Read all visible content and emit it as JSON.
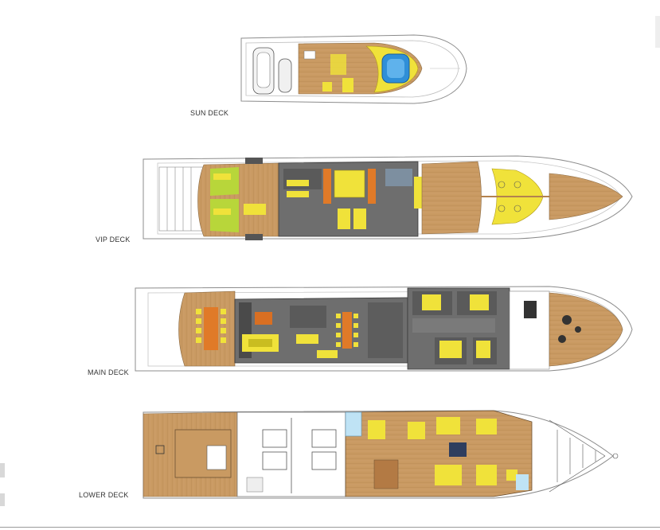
{
  "decks": [
    {
      "id": "sun",
      "label": "SUN DECK"
    },
    {
      "id": "vip",
      "label": "VIP DECK"
    },
    {
      "id": "main",
      "label": "MAIN DECK"
    },
    {
      "id": "lower",
      "label": "LOWER DECK"
    }
  ],
  "colors": {
    "teak": "#c99a62",
    "teak_dark": "#a97a47",
    "interior_grey": "#6e6e6e",
    "interior_dark": "#4a4a4a",
    "furniture_yellow": "#f0e23a",
    "pool_blue": "#2f8fd8",
    "lime": "#b8d63a",
    "orange": "#e07a28",
    "hull_line": "#8c8c8c"
  }
}
